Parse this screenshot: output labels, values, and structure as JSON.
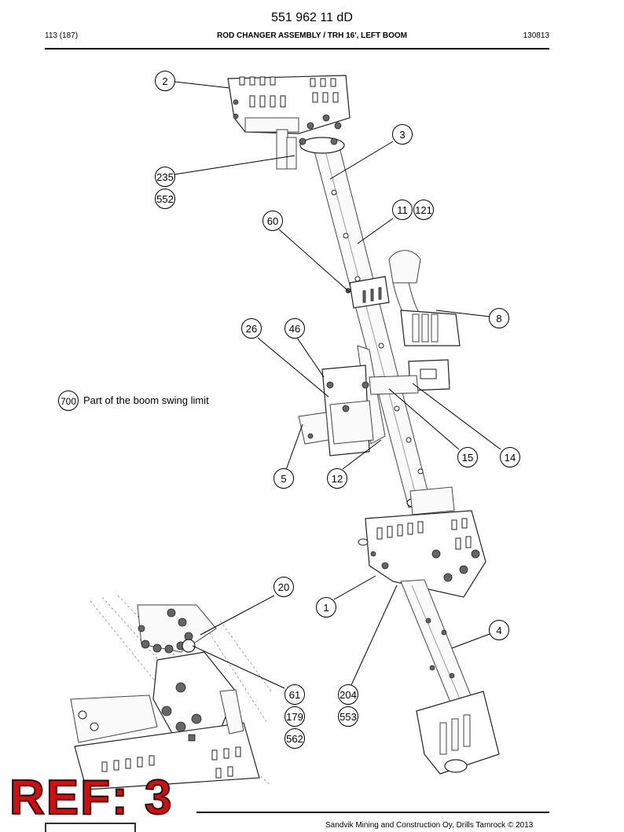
{
  "document": {
    "number": "551 962 11 dD",
    "page": "113 (187)",
    "title": "ROD CHANGER ASSEMBLY / TRH 16', LEFT BOOM",
    "date": "130813"
  },
  "note": {
    "callout": "700",
    "text": "Part of the boom swing limit"
  },
  "callouts": {
    "c1": "1",
    "c2": "2",
    "c3": "3",
    "c4": "4",
    "c5": "5",
    "c8": "8",
    "c11": "11",
    "c121": "121",
    "c12": "12",
    "c14": "14",
    "c15": "15",
    "c20": "20",
    "c26": "26",
    "c46": "46",
    "c60": "60",
    "c61": "61",
    "c179": "179",
    "c562": "562",
    "c204": "204",
    "c553": "553",
    "c235": "235",
    "c552": "552"
  },
  "stamp": "REF: 3",
  "footer": {
    "copyright": "Sandvik Mining and Construction Oy, Drills Tamrock © 2013"
  }
}
